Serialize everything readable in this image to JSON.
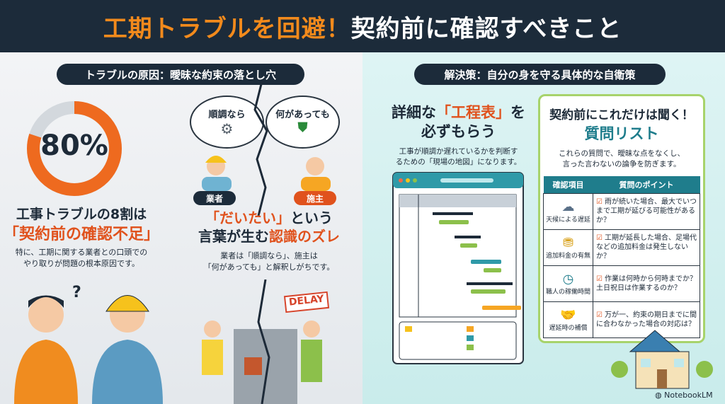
{
  "header": {
    "title_accent": "工期トラブルを回避！",
    "title_rest": "契約前に確認すべきこと"
  },
  "left": {
    "pill": "トラブルの原因：曖昧な約束の落とし穴",
    "stat": {
      "value": "80%",
      "fraction": 0.8,
      "line1": "工事トラブルの8割は",
      "line2": "「契約前の確認不足」",
      "desc1": "特に、工期に関する業者との口頭での",
      "desc2": "やり取りが問題の根本原因です。"
    },
    "bubbles": [
      "順調なら",
      "何があっても"
    ],
    "tags": [
      "業者",
      "施主"
    ],
    "gap": {
      "accent1": "「だいたい」",
      "text1": "という",
      "text2": "言葉が生む",
      "accent2": "認識のズレ",
      "desc1": "業者は「順調なら」、施主は",
      "desc2": "「何があっても」と解釈しがちです。"
    },
    "delay_sign": "DELAY",
    "question_mark": "?"
  },
  "right": {
    "pill": "解決策：自分の身を守る具体的な自衛策",
    "schedule": {
      "t1": "詳細な",
      "accent": "「工程表」",
      "t2": "を",
      "t3": "必ずもらう",
      "desc1": "工事が順調か遅れているかを判断す",
      "desc2": "るための「現場の地図」になります。"
    },
    "questions": {
      "title": "契約前にこれだけは聞く！",
      "subtitle": "質問リスト",
      "desc1": "これらの質問で、曖昧な点をなくし、",
      "desc2": "言った言わないの論争を防ぎます。",
      "headers": [
        "確認項目",
        "質問のポイント"
      ],
      "rows": [
        {
          "icon": "rain-cloud-icon",
          "item": "天候による遅延",
          "question": "雨が続いた場合、最大でいつまで工期が延びる可能性があるか？"
        },
        {
          "icon": "coins-icon",
          "item": "追加料金の有無",
          "question": "工期が延長した場合、足場代などの追加料金は発生しないか？"
        },
        {
          "icon": "clock-icon",
          "item": "職人の稼働時間",
          "question": "作業は何時から何時までか？土日祝日は作業するのか？"
        },
        {
          "icon": "handshake-icon",
          "item": "遅延時の補償",
          "question": "万が一、約束の期日までに間に合わなかった場合の対応は？"
        }
      ]
    }
  },
  "footer": {
    "brand": "NotebookLM"
  },
  "colors": {
    "navy": "#1c2b3a",
    "orange": "#e0521d",
    "teal": "#1f7d8c",
    "green": "#a7d36b"
  }
}
